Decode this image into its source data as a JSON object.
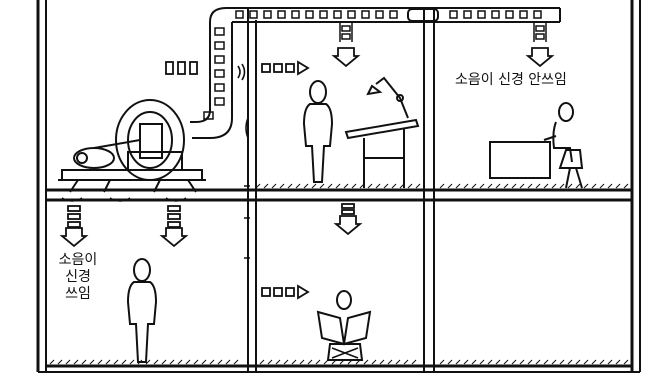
{
  "labels": {
    "upper_right": "소음이 신경 안쓰임",
    "lower_left_line1": "소음이",
    "lower_left_line2": "신경",
    "lower_left_line3": "쓰임"
  }
}
